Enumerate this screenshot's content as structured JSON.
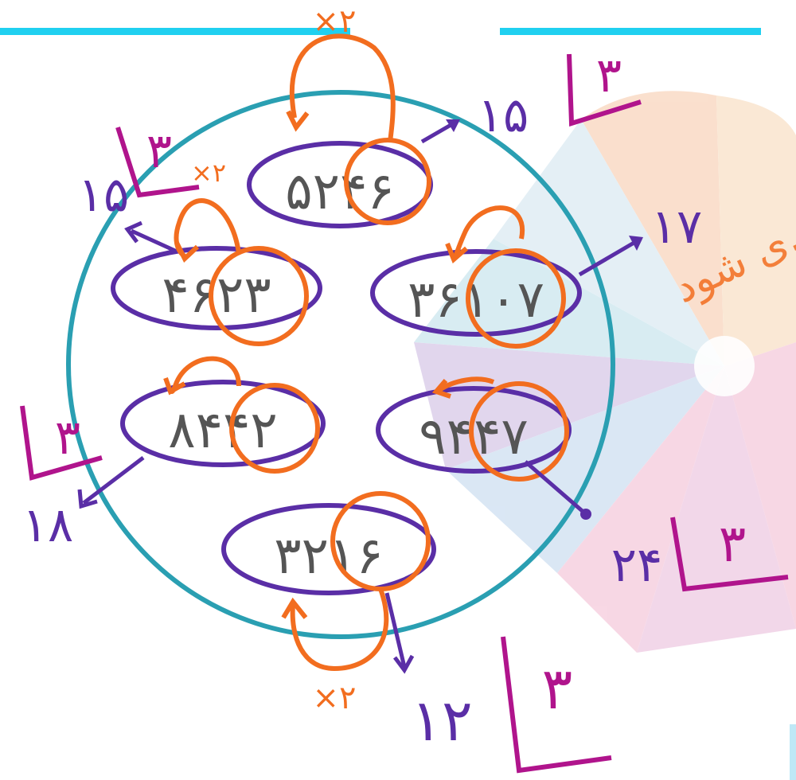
{
  "colors": {
    "circle": "#2a9fb2",
    "purple": "#5a2ea6",
    "orange": "#f26d1f",
    "magenta": "#b0148c",
    "bar": "#20d0f0",
    "bg_sectors": [
      "#f6c6a6",
      "#b9dde8",
      "#c9b6e0",
      "#f2b8cf",
      "#f7d7b4",
      "#cfe3ee",
      "#e8b7d8",
      "#bcd4ec"
    ]
  },
  "numbers": {
    "top": "۵۲۴۶",
    "left_upper": "۴۶۲۳",
    "right_upper": "۳۶۱۰۷",
    "left_lower": "۸۴۴۲",
    "right_lower": "۹۴۴۷",
    "bottom": "۳۲۱۶"
  },
  "annotations": {
    "top_result": "۱۵",
    "top_divisor": "۳",
    "top_mult": "×۲",
    "left_upper_result": "۱۵",
    "left_upper_divisor": "۳",
    "left_upper_mult": "×۲",
    "right_upper_result": "۱۷",
    "left_lower_result": "۱۸",
    "left_lower_divisor": "۳",
    "right_lower_result": "۲۴",
    "right_lower_divisor": "۳",
    "bottom_result": "۱۲",
    "bottom_divisor": "۳",
    "bottom_mult": "×۲",
    "side_note": "ی شود."
  }
}
